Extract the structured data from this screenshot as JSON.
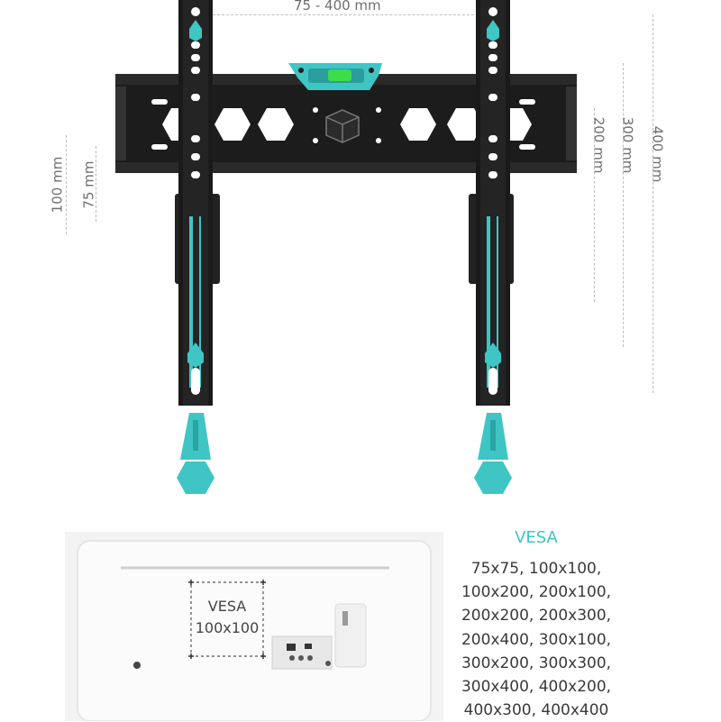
{
  "dimensions": {
    "top_width": "75 - 400 mm",
    "left_outer": "100 mm",
    "left_inner": "75 mm",
    "right_200": "200 mm",
    "right_300": "300 mm",
    "right_400": "400 mm"
  },
  "tv_label": {
    "line1": "VESA",
    "line2": "100x100"
  },
  "vesa_panel": {
    "title": "VESA",
    "sizes": [
      "75x75, 100x100,",
      "100x200, 200x100,",
      "200x200, 200x300,",
      "200x400, 300x100,",
      "300x200, 300x300,",
      "300x400, 400x200,",
      "400x300, 400x400"
    ]
  },
  "colors": {
    "accent": "#3fc5c4",
    "bracket": "#1e1e1e",
    "level_bubble": "#3ddc4a",
    "dimension_text": "#6f6f6f"
  }
}
